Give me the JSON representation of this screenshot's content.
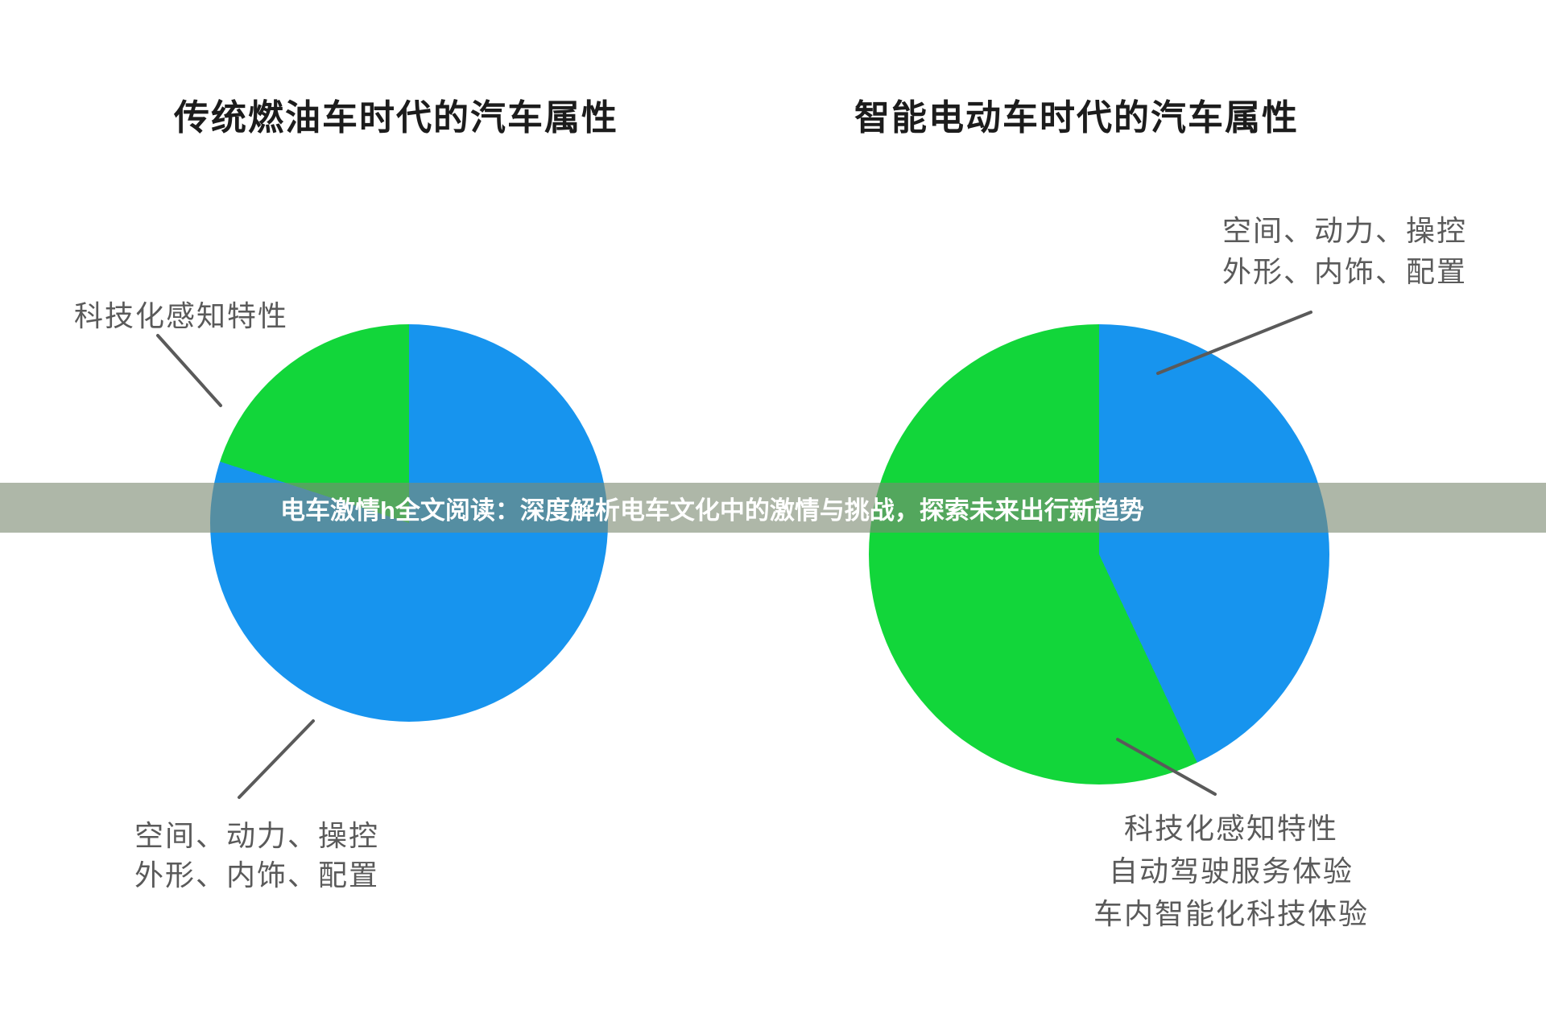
{
  "page": {
    "background": "#ffffff"
  },
  "banner": {
    "text": "电车激情h全文阅读：深度解析电车文化中的激情与挑战，探索未来出行新趋势",
    "text_color": "#ffffff",
    "overlay_color": "rgba(125,138,115,0.62)"
  },
  "colors": {
    "blue_slice": "#1794ee",
    "green_slice": "#12d63a",
    "label_gray": "#5a5a5a",
    "title_black": "#1c1c1c"
  },
  "charts": {
    "left": {
      "title": "传统燃油车时代的汽车属性",
      "labels": {
        "green": "科技化感知特性",
        "blue_line1": "空间、动力、操控",
        "blue_line2": "外形、内饰、配置"
      }
    },
    "right": {
      "title": "智能电动车时代的汽车属性",
      "labels": {
        "blue_line1": "空间、动力、操控",
        "blue_line2": "外形、内饰、配置",
        "green_line1": "科技化感知特性",
        "green_line2": "自动驾驶服务体验",
        "green_line3": "车内智能化科技体验"
      }
    }
  },
  "chart_data": [
    {
      "type": "pie",
      "title": "传统燃油车时代的汽车属性",
      "start_angle": "12-o'clock",
      "direction": "clockwise",
      "slices": [
        {
          "label": "空间、动力、操控、外形、内饰、配置",
          "value": 80,
          "color": "#1794ee"
        },
        {
          "label": "科技化感知特性",
          "value": 20,
          "color": "#12d63a"
        }
      ]
    },
    {
      "type": "pie",
      "title": "智能电动车时代的汽车属性",
      "start_angle": "12-o'clock",
      "direction": "clockwise",
      "slices": [
        {
          "label": "空间、动力、操控、外形、内饰、配置",
          "value": 43,
          "color": "#1794ee"
        },
        {
          "label": "科技化感知特性、自动驾驶服务体验、车内智能化科技体验",
          "value": 57,
          "color": "#12d63a"
        }
      ]
    }
  ]
}
